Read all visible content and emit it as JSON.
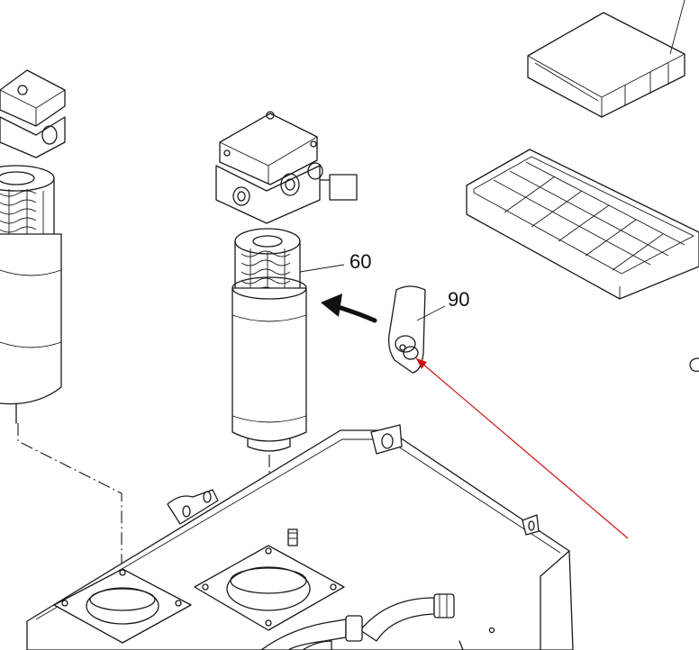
{
  "callouts": {
    "filter_element": "60",
    "bracket": "90"
  },
  "colors": {
    "line": "#1a1a1a",
    "pointer": "#cc1111",
    "background": "#ffffff"
  },
  "icons": {
    "arrow": "curved-arrow-left"
  }
}
